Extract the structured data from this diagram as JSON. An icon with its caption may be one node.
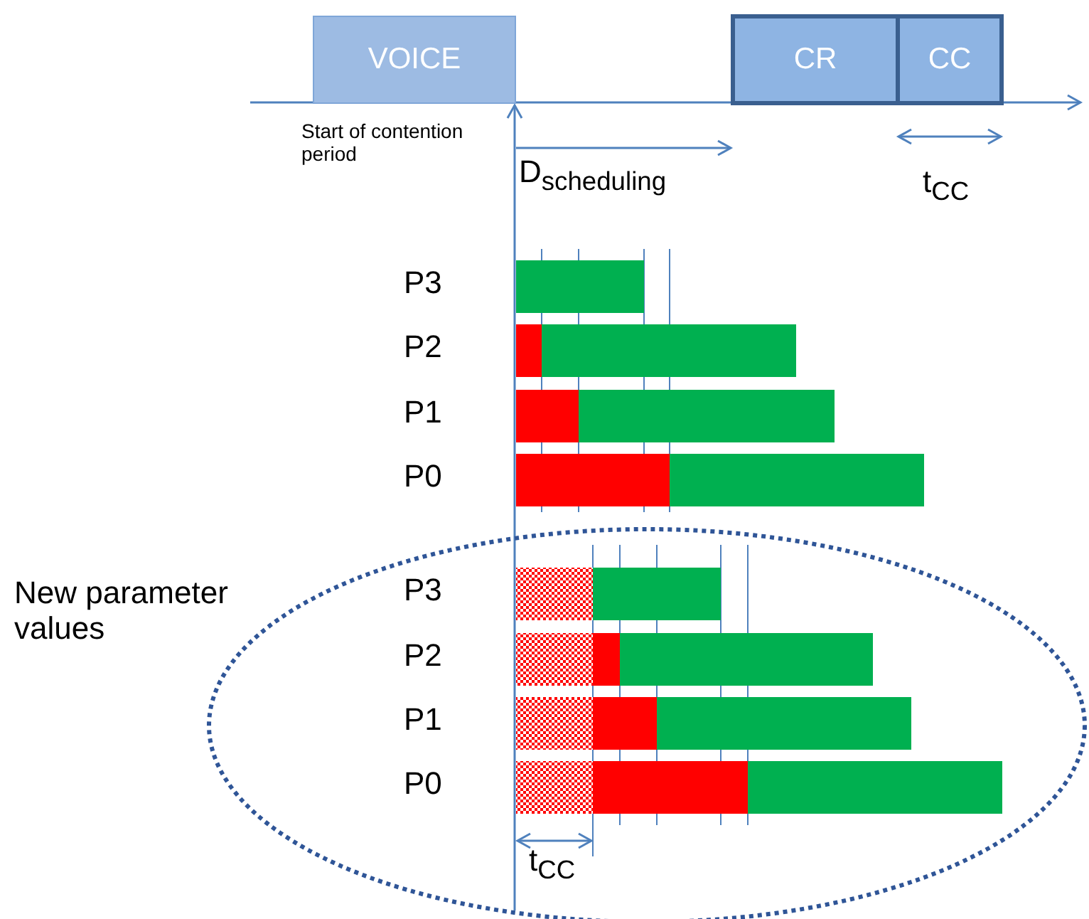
{
  "diagram": {
    "nodes": [
      {
        "text": [
          "VOICE"
        ]
      },
      {
        "text": [
          "CR"
        ]
      },
      {
        "text": [
          "CC"
        ]
      }
    ],
    "labels": [
      "Start of contention period",
      "D$_{scheduling}$",
      "t$_{CC}$",
      "P3",
      "P2",
      "P1",
      "P0",
      "New parameter values",
      "P3",
      "P2",
      "P1",
      "P0",
      "t$_{CC}$"
    ]
  }
}
